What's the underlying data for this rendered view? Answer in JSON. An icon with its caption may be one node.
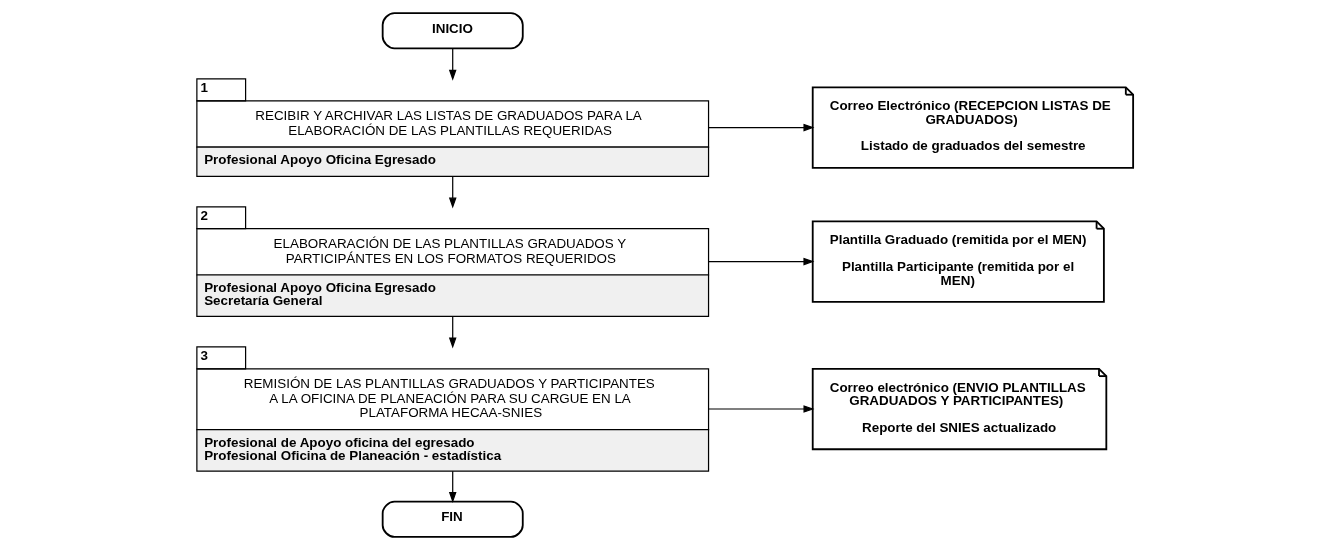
{
  "diagram": {
    "nodes": [
      {
        "text": [
          "INICIO"
        ]
      },
      {
        "text": [
          "1",
          "RECIBIR Y ARCHIVAR LAS LISTAS DE GRADUADOS PARA LA ELABORACIÓN DE LAS PLANTILLAS REQUERIDAS",
          "Profesional Apoyo Oficina Egresado"
        ]
      },
      {
        "text": [
          "Correo Electrónico (RECEPCION LISTAS DE GRADUADOS)",
          "Listado de graduados del semestre"
        ]
      },
      {
        "text": [
          "2",
          "ELABORARACIÓN DE LAS PLANTILLAS GRADUADOS Y PARTICIPÁNTES EN LOS FORMATOS REQUERIDOS",
          "Profesional Apoyo Oficina Egresado",
          "Secretaría General"
        ]
      },
      {
        "text": [
          "Plantilla Graduado (remitida por el MEN)",
          "Plantilla Participante (remitida por el MEN)"
        ]
      },
      {
        "text": [
          "3",
          "REMISIÓN DE LAS PLANTILLAS GRADUADOS Y PARTICIPANTES A LA OFICINA DE PLANEACIÓN PARA SU CARGUE EN LA PLATAFORMA HECAA-SNIES",
          "Profesional de Apoyo oficina del egresado",
          "Profesional Oficina de Planeación - estadística"
        ]
      },
      {
        "text": [
          "Correo electrónico (ENVIO PLANTILLAS GRADUADOS Y PARTICIPANTES)",
          "Reporte del SNIES actualizado"
        ]
      },
      {
        "text": [
          "FIN"
        ]
      }
    ],
    "edges": [
      {
        "from": 0,
        "to": 1,
        "arrow": "to"
      },
      {
        "from": 1,
        "to": 2,
        "arrow": "to"
      },
      {
        "from": 1,
        "to": 3,
        "arrow": "to"
      },
      {
        "from": 3,
        "to": 4,
        "arrow": "to"
      },
      {
        "from": 3,
        "to": 5,
        "arrow": "to"
      },
      {
        "from": 5,
        "to": 6,
        "arrow": "to"
      },
      {
        "from": 5,
        "to": 7,
        "arrow": "to"
      }
    ]
  }
}
